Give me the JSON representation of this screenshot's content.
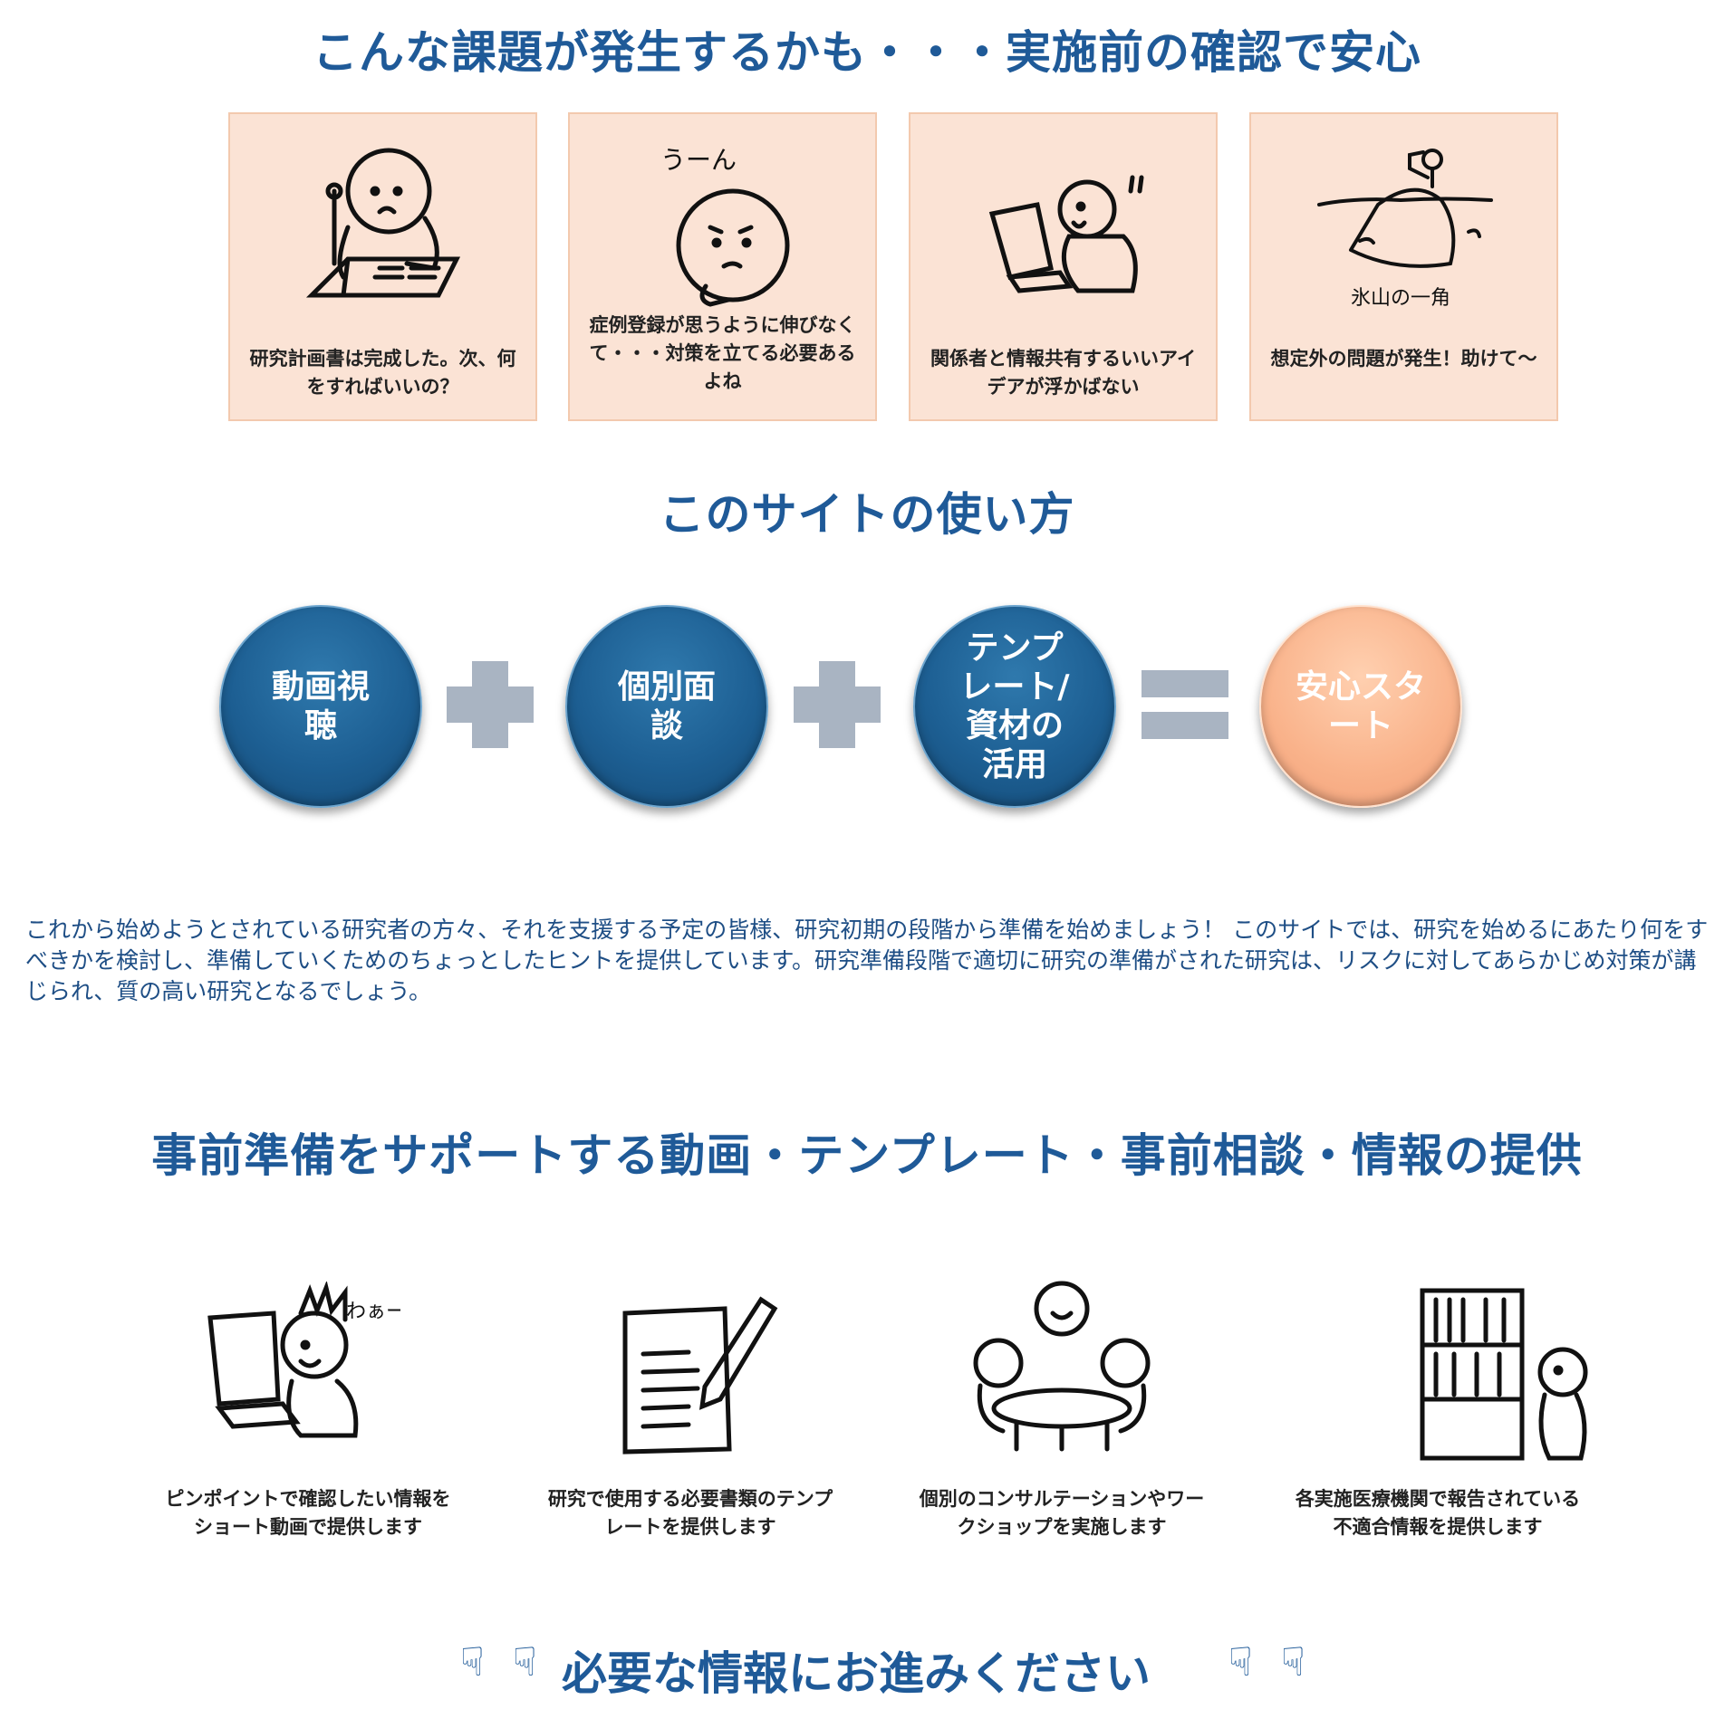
{
  "header": {
    "title": "こんな課題が発生するかも・・・実施前の確認で安心"
  },
  "problems": [
    {
      "caption": "研究計画書は完成した。次、何をすればいいの？",
      "icon": "person-writing-icon"
    },
    {
      "caption": "症例登録が思うように伸びなくて・・・対策を立てる必要あるよね",
      "icon": "worried-face-icon",
      "doodle_text": "うーん"
    },
    {
      "caption": "関係者と情報共有するいいアイデアが浮かばない",
      "icon": "person-laptop-icon"
    },
    {
      "caption": "想定外の問題が発生！助けて〜",
      "icon": "iceberg-icon",
      "doodle_text": "氷山の一角"
    }
  ],
  "howto": {
    "title": "このサイトの使い方",
    "steps": [
      "動画視聴",
      "個別面談",
      "テンプレート/資材の活用"
    ],
    "result": "安心スタート",
    "operators": [
      "+",
      "+",
      "="
    ]
  },
  "intro": "これから始めようとされている研究者の方々、それを支援する予定の皆様、研究初期の段階から準備を始めましょう！ このサイトでは、研究を始めるにあたり何をすべきかを検討し、準備していくためのちょっとしたヒントを提供しています。研究準備段階で適切に研究の準備がされた研究は、リスクに対してあらかじめ対策が講じられ、質の高い研究となるでしょう。",
  "support": {
    "title": "事前準備をサポートする動画・テンプレート・事前相談・情報の提供",
    "features": [
      {
        "caption": "ピンポイントで確認したい情報をショート動画で提供します",
        "icon": "excited-laptop-icon",
        "doodle_text": "わぁー!"
      },
      {
        "caption": "研究で使用する必要書類のテンプレートを提供します",
        "icon": "document-pen-icon"
      },
      {
        "caption": "個別のコンサルテーションやワークショップを実施します",
        "icon": "meeting-table-icon"
      },
      {
        "caption": "各実施医療機関で報告されている不適合情報を提供します",
        "icon": "bookshelf-icon"
      }
    ]
  },
  "footer": {
    "cta": "必要な情報にお進みください",
    "icon": "pointing-down-hand-icon"
  },
  "colors": {
    "heading": "#1f5a98",
    "card_bg": "#fbe3d5",
    "circle_blue": "#1d5f93",
    "circle_orange": "#f9b28a",
    "operator_gray": "#a9b4c2"
  }
}
